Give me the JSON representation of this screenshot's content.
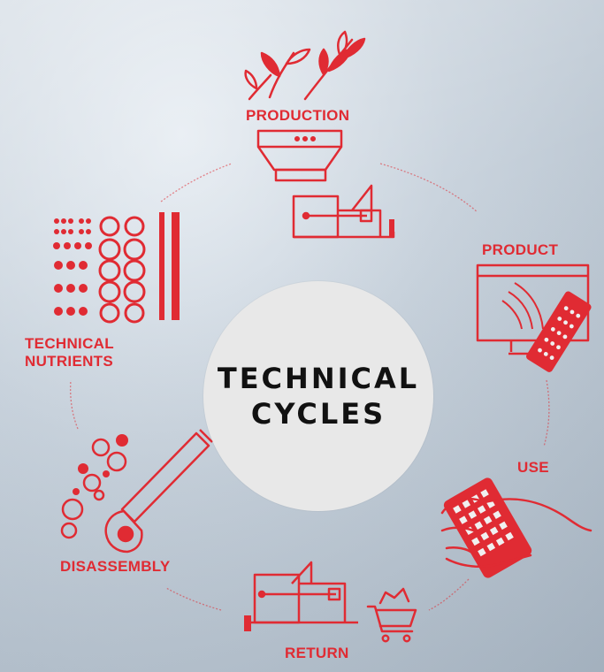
{
  "center": {
    "line1": "TECHNICAL",
    "line2": "CYCLES"
  },
  "stages": {
    "production": "PRODUCTION",
    "product": "PRODUCT",
    "use": "USE",
    "return": "RETURN",
    "disassembly": "DISASSEMBLY",
    "technical_nutrients_line1": "TECHNICAL",
    "technical_nutrients_line2": "NUTRIENTS"
  },
  "colors": {
    "accent": "#e02b33",
    "center_fill": "#e8e8e8",
    "center_text": "#111111"
  },
  "icons": {
    "production": "plant-sprouts-and-machine-icon",
    "product": "television-and-remote-icon",
    "use": "hand-holding-remote-icon",
    "return": "machine-and-shopping-cart-icon",
    "disassembly": "wrench-and-parts-icon",
    "technical_nutrients": "dot-grid-icon"
  }
}
